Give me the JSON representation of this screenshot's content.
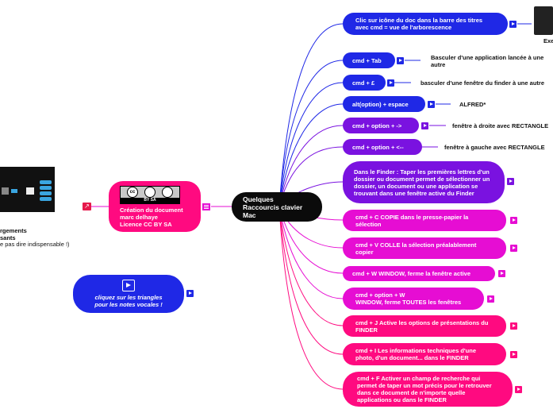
{
  "center": {
    "title": "Quelques Raccourcis clavier Mac"
  },
  "license": {
    "text": "Création du document\nmarc delhaye\nLicence CC BY SA",
    "badge_top": "cc",
    "badge_bottom": "BY SA"
  },
  "voice": {
    "text": "cliquez sur les triangles pour les notes vocales !"
  },
  "left": {
    "line1": "rgements",
    "line2": "sants",
    "line3": "e pas dire indispensable !)"
  },
  "colors": {
    "blue": "#1f28e6",
    "violet": "#7a12e0",
    "magenta": "#e60dd3",
    "pink": "#ff0a80"
  },
  "branches": [
    {
      "id": "b1",
      "text": "Clic sur icône du doc dans la barre des titres avec cmd = vue de l'arborescence",
      "label": "Exe",
      "color": "blue"
    },
    {
      "id": "b2",
      "text": "cmd + Tab",
      "label": "Basculer d'une application lancée à une autre",
      "color": "blue"
    },
    {
      "id": "b3",
      "text": "cmd + £",
      "label": "basculer d'une fenêtre du finder à une autre",
      "color": "blue"
    },
    {
      "id": "b4",
      "text": "alt(option) + espace",
      "label": "ALFRED*",
      "color": "blue"
    },
    {
      "id": "b5",
      "text": "cmd + option + ->",
      "label": "fenêtre à droite avec RECTANGLE",
      "color": "violet"
    },
    {
      "id": "b6",
      "text": "cmd + option + <--",
      "label": "fenêtre à gauche avec RECTANGLE",
      "color": "violet"
    },
    {
      "id": "b7",
      "text": "Dans le Finder : Taper les premières lettres d'un dossier ou document permet de sélectionner un dossier, un document ou une application se trouvant dans une fenêtre active du Finder",
      "label": "",
      "color": "violet"
    },
    {
      "id": "b8",
      "text": "cmd + C COPIE  dans le presse-papier la sélection",
      "label": "",
      "color": "magenta"
    },
    {
      "id": "b9",
      "text": "cmd + V COLLE la sélection préalablement copier",
      "label": "",
      "color": "magenta"
    },
    {
      "id": "b10",
      "text": "cmd + W WINDOW, ferme la fenêtre active",
      "label": "",
      "color": "magenta"
    },
    {
      "id": "b11",
      "text": "cmd + option + W\nWINDOW, ferme TOUTES les fenêtres",
      "label": "",
      "color": "magenta"
    },
    {
      "id": "b12",
      "text": "cmd + J Active les options de présentations du FINDER",
      "label": "",
      "color": "pink"
    },
    {
      "id": "b13",
      "text": "cmd + I Les informations techniques d'une photo, d'un document... dans le FINDER",
      "label": "",
      "color": "pink"
    },
    {
      "id": "b14",
      "text": "cmd + F Activer un champ de recherche qui permet de taper un mot précis pour le retrouver dans ce document de n'importe quelle applications ou dans le FINDER",
      "label": "",
      "color": "pink"
    }
  ]
}
